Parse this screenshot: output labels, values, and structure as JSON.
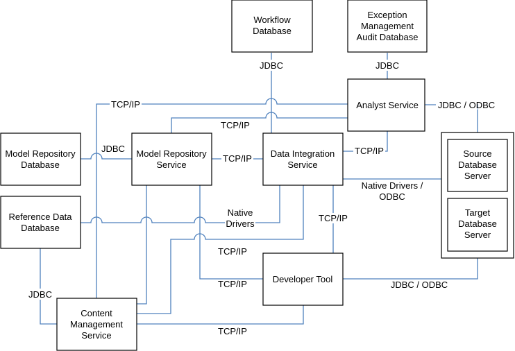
{
  "diagram": {
    "edge_color": "#4f81bd",
    "nodes": {
      "workflow_db": {
        "lines": [
          "Workflow",
          "Database"
        ]
      },
      "exception_db": {
        "lines": [
          "Exception",
          "Management",
          "Audit Database"
        ]
      },
      "analyst_service": {
        "lines": [
          "Analyst Service"
        ]
      },
      "model_repo_db": {
        "lines": [
          "Model Repository",
          "Database"
        ]
      },
      "model_repo_service": {
        "lines": [
          "Model Repository",
          "Service"
        ]
      },
      "data_integration_service": {
        "lines": [
          "Data Integration",
          "Service"
        ]
      },
      "reference_data_db": {
        "lines": [
          "Reference Data",
          "Database"
        ]
      },
      "developer_tool": {
        "lines": [
          "Developer Tool"
        ]
      },
      "content_mgmt_service": {
        "lines": [
          "Content",
          "Management",
          "Service"
        ]
      },
      "source_db_server": {
        "lines": [
          "Source",
          "Database",
          "Server"
        ]
      },
      "target_db_server": {
        "lines": [
          "Target",
          "Database",
          "Server"
        ]
      }
    },
    "edges": [
      {
        "id": "workflow-to-dis",
        "from": "Workflow Database",
        "to": "Data Integration Service",
        "label": [
          "JDBC"
        ]
      },
      {
        "id": "exception-to-analyst",
        "from": "Exception Management Audit Database",
        "to": "Analyst Service",
        "label": [
          "JDBC"
        ]
      },
      {
        "id": "cms-to-analyst",
        "from": "Content Management Service",
        "to": "Analyst Service",
        "label": [
          "TCP/IP"
        ]
      },
      {
        "id": "mrs-to-analyst",
        "from": "Model Repository Service",
        "to": "Analyst Service",
        "label": [
          "TCP/IP"
        ]
      },
      {
        "id": "analyst-to-sources",
        "from": "Analyst Service",
        "to": "Database Servers",
        "label": [
          "JDBC / ODBC"
        ]
      },
      {
        "id": "mrdb-to-mrs",
        "from": "Model Repository Database",
        "to": "Model Repository Service",
        "label": [
          "JDBC"
        ]
      },
      {
        "id": "mrs-to-dis",
        "from": "Model Repository Service",
        "to": "Data Integration Service",
        "label": [
          "TCP/IP"
        ]
      },
      {
        "id": "dis-to-analyst",
        "from": "Data Integration Service",
        "to": "Analyst Service",
        "label": [
          "TCP/IP"
        ]
      },
      {
        "id": "dis-to-sources",
        "from": "Data Integration Service",
        "to": "Database Servers",
        "label": [
          "Native Drivers /",
          "ODBC"
        ]
      },
      {
        "id": "refdb-to-dis",
        "from": "Reference Data Database",
        "to": "Data Integration Service",
        "label": [
          "Native",
          "Drivers"
        ]
      },
      {
        "id": "dis-to-devtool",
        "from": "Data Integration Service",
        "to": "Developer Tool",
        "label": [
          "TCP/IP"
        ]
      },
      {
        "id": "cms-to-dis",
        "from": "Content Management Service",
        "to": "Data Integration Service",
        "label": [
          "TCP/IP"
        ]
      },
      {
        "id": "mrs-to-devtool",
        "from": "Model Repository Service",
        "to": "Developer Tool",
        "label": [
          "TCP/IP"
        ]
      },
      {
        "id": "devtool-to-sources",
        "from": "Developer Tool",
        "to": "Database Servers",
        "label": [
          "JDBC / ODBC"
        ]
      },
      {
        "id": "refdb-to-cms",
        "from": "Reference Data Database",
        "to": "Content Management Service",
        "label": [
          "JDBC"
        ]
      },
      {
        "id": "cms-to-devtool",
        "from": "Content Management Service",
        "to": "Developer Tool",
        "label": [
          "TCP/IP"
        ]
      },
      {
        "id": "cms-to-mrs",
        "from": "Content Management Service",
        "to": "Model Repository Service",
        "label": []
      }
    ]
  }
}
